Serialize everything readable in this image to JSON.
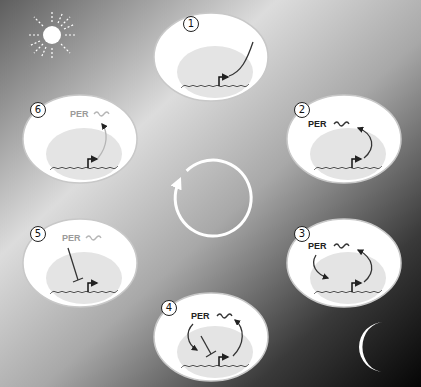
{
  "diagram": {
    "nodes": [
      {
        "text": [
          "1"
        ]
      },
      {
        "text": [
          "2",
          "PER"
        ]
      },
      {
        "text": [
          "3",
          "PER"
        ]
      },
      {
        "text": [
          "4",
          "PER"
        ]
      },
      {
        "text": [
          "5",
          "PER"
        ]
      },
      {
        "text": [
          "6",
          "PER"
        ]
      }
    ]
  }
}
